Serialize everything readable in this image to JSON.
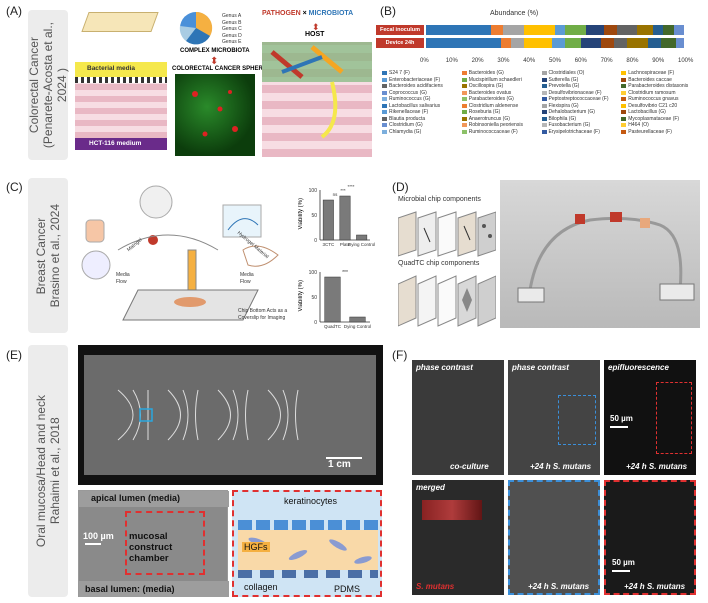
{
  "panels": {
    "a": {
      "label": "(A)",
      "side_lines": [
        "Colorectal Cancer",
        "(Penarete-Acosta et al.,",
        "2024 )"
      ],
      "bacterial_medium": "Bacterial media",
      "hct_medium": "HCT-116 medium",
      "complex_microbiota": "COMPLEX MICROBIOTA",
      "spheroids": "COLORECTAL CANCER SPHEROIDS",
      "pathogen": "PATHOGEN",
      "x": "×",
      "microbiota": "MICROBIOTA",
      "host": "HOST",
      "pie_legend": [
        "Genus A",
        "Genus B",
        "Genus C",
        "Genus D",
        "Genus E"
      ],
      "pie_colors": [
        "#4a90d9",
        "#2e75b6",
        "#7fb3e6",
        "#f5b041",
        "#a9cce3"
      ]
    },
    "b": {
      "label": "(B)",
      "title": "Abundance (%)",
      "rows": [
        "Fecal inoculum",
        "Device 24h"
      ],
      "ticks": [
        "0%",
        "10%",
        "20%",
        "30%",
        "40%",
        "50%",
        "60%",
        "70%",
        "80%",
        "90%",
        "100%"
      ],
      "legend": [
        "S24 7 (F)",
        "Bacteroides (G)",
        "Clostridiales (O)",
        "Lachnospiraceae (F)",
        "Enterobacteriaceae (F)",
        "Mucispirillum schaedleri",
        "Sutterella (G)",
        "Bacteroides caccae",
        "Bacteroides acidifaciens",
        "Oscillospira (G)",
        "Prevotella (G)",
        "Parabacteroides distasonis",
        "Coprococcus (G)",
        "Bacteroides ovatus",
        "Desulfovibrionaceae (F)",
        "Clostridium ramosum",
        "Ruminococcus (G)",
        "Parabacteroides (G)",
        "Peptostreptococcaceae (F)",
        "Ruminococcus gnavus",
        "Lactobacillus salivarius",
        "Clostridium aldenense",
        "Flexispira (G)",
        "Desulfovibrio C21 c20",
        "Rikenellaceae (F)",
        "Roseburia (G)",
        "Dehalobacterium (G)",
        "Lactobacillus (G)",
        "Blautia producta",
        "Anaerotruncus (G)",
        "Bilophila (G)",
        "Mycoplasmataceae (F)",
        "Clostridium (G)",
        "Robinsoniella peoriensis",
        "Fusobacterium (G)",
        "H464 (O)",
        "Chlamydia (G)",
        "Ruminococcaceae (F)",
        "Erysipelotrichaceae (F)",
        "Pasteurellaceae (F)"
      ],
      "fecal_segments": [
        {
          "color": "#2e75b6",
          "value": 0.25
        },
        {
          "color": "#ed7d31",
          "value": 0.05
        },
        {
          "color": "#a5a5a5",
          "value": 0.08
        },
        {
          "color": "#ffc000",
          "value": 0.12
        },
        {
          "color": "#5b9bd5",
          "value": 0.04
        },
        {
          "color": "#70ad47",
          "value": 0.08
        },
        {
          "color": "#264478",
          "value": 0.07
        },
        {
          "color": "#9e480e",
          "value": 0.05
        },
        {
          "color": "#636363",
          "value": 0.08
        },
        {
          "color": "#997300",
          "value": 0.06
        },
        {
          "color": "#255e91",
          "value": 0.04
        },
        {
          "color": "#43682b",
          "value": 0.04
        },
        {
          "color": "#698ed0",
          "value": 0.04
        }
      ],
      "device_segments": [
        {
          "color": "#2e75b6",
          "value": 0.29
        },
        {
          "color": "#ed7d31",
          "value": 0.04
        },
        {
          "color": "#a5a5a5",
          "value": 0.05
        },
        {
          "color": "#ffc000",
          "value": 0.11
        },
        {
          "color": "#5b9bd5",
          "value": 0.05
        },
        {
          "color": "#70ad47",
          "value": 0.06
        },
        {
          "color": "#264478",
          "value": 0.08
        },
        {
          "color": "#9e480e",
          "value": 0.05
        },
        {
          "color": "#636363",
          "value": 0.05
        },
        {
          "color": "#997300",
          "value": 0.08
        },
        {
          "color": "#255e91",
          "value": 0.05
        },
        {
          "color": "#43682b",
          "value": 0.06
        },
        {
          "color": "#698ed0",
          "value": 0.03
        }
      ]
    },
    "c": {
      "label": "(C)",
      "side_lines": [
        "Breast Cancer",
        "Brasino et al., 2024"
      ],
      "labels": {
        "matrigel": "Matrigel",
        "hydrogel": "Hydrogel Material",
        "media_flow_1": "Media Flow",
        "media_flow_2": "Media Flow",
        "chip_bottom": "Chip Bottom Acts as a Coverslip for Imaging"
      },
      "chart1": {
        "ylabel": "Viability (%)",
        "ticks": [
          "0",
          "50",
          "100"
        ],
        "categories": [
          "3CTC",
          "Plate",
          "Dying Control"
        ],
        "values": [
          80,
          88,
          10
        ],
        "sig": [
          "ns",
          "***",
          "****"
        ]
      },
      "chart2": {
        "ylabel": "Viability (%)",
        "ticks": [
          "0",
          "50",
          "100"
        ],
        "categories": [
          "QuadTC",
          "Dying Control"
        ],
        "values": [
          90,
          10
        ],
        "sig": "***"
      }
    },
    "d": {
      "label": "(D)",
      "microbial": "Microbial chip components",
      "quad": "QuadTC chip components"
    },
    "e": {
      "label": "(E)",
      "side_lines": [
        "Oral mucosa/Head and neck",
        "Rahaimi et al., 2018"
      ],
      "scale_1cm": "1 cm",
      "apical": "apical lumen (media)",
      "basal": "basal lumen: (media)",
      "scale_100": "100 µm",
      "mucosal": "mucosal construct chamber",
      "keratinocytes": "keratinocytes",
      "hgfs": "HGFs",
      "collagen": "collagen",
      "pdms": "PDMS"
    },
    "f": {
      "label": "(F)",
      "top": [
        "phase contrast",
        "phase contrast",
        "epifluorescence"
      ],
      "top_bottom": [
        "co-culture",
        "+24 h S. mutans",
        "+24 h S. mutans"
      ],
      "bottom": [
        "merged",
        "",
        ""
      ],
      "bottom_bottom": [
        "S. mutans",
        "+24 h S. mutans",
        "+24 h S. mutans"
      ],
      "scale": [
        "50 µm",
        "50 µm"
      ]
    }
  }
}
